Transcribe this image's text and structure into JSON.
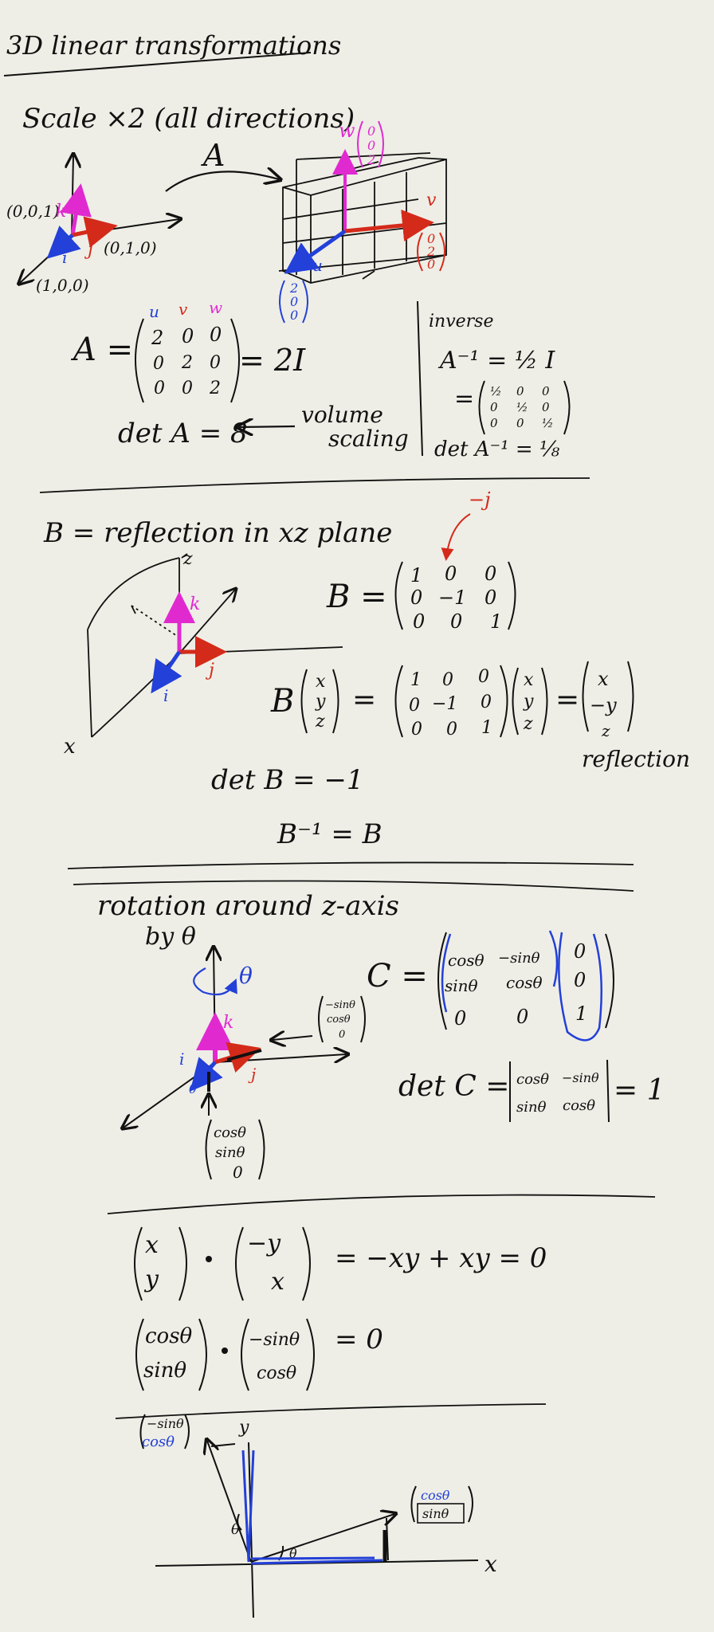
{
  "colors": {
    "ink": "#111111",
    "red": "#d42a1a",
    "blue": "#2340d8",
    "magenta": "#e02ad0",
    "paper": "#eeeee6"
  },
  "title": "3D linear transformations",
  "s1": {
    "heading": "Scale ×2 (all directions)",
    "map_label": "A",
    "k_label": "(0,0,1)",
    "k": "k",
    "i": "i",
    "j": "j",
    "j_label": "(0,1,0)",
    "i_label": "(1,0,0)",
    "w_vec": [
      "0",
      "0",
      "2"
    ],
    "v_vec": [
      "0",
      "2",
      "0"
    ],
    "u_vec": [
      "2",
      "0",
      "0"
    ],
    "u": "u",
    "v": "v",
    "w": "w",
    "A_eq": "A =",
    "A_matrix": [
      [
        "2",
        "0",
        "0"
      ],
      [
        "0",
        "2",
        "0"
      ],
      [
        "0",
        "0",
        "2"
      ]
    ],
    "A_rhs": "= 2I",
    "det": "det A = 8",
    "volume": "volume",
    "scaling": "scaling",
    "inverse": "inverse",
    "Ainv": "A⁻¹ = ½ I",
    "Ainv_matrix": [
      [
        "½",
        "0",
        "0"
      ],
      [
        "0",
        "½",
        "0"
      ],
      [
        "0",
        "0",
        "½"
      ]
    ],
    "det_inv": "det A⁻¹ = ⅛"
  },
  "s2": {
    "heading": "B = reflection in xz plane",
    "z": "z",
    "x": "x",
    "k": "k",
    "i": "i",
    "j": "j",
    "minus_j": "−j",
    "B_eq": "B =",
    "B_matrix": [
      [
        "1",
        "0",
        "0"
      ],
      [
        "0",
        "−1",
        "0"
      ],
      [
        "0",
        "0",
        "1"
      ]
    ],
    "B_apply": "B",
    "xyz": [
      "x",
      "y",
      "z"
    ],
    "result": [
      "x",
      "−y",
      "z"
    ],
    "reflection": "reflection",
    "det": "det B = −1",
    "inv": "B⁻¹ = B"
  },
  "s3": {
    "heading": "rotation around z-axis",
    "by": "by θ",
    "theta": "θ",
    "k": "k",
    "i": "i",
    "j": "j",
    "j_rot": [
      "−sinθ",
      "cosθ",
      "0"
    ],
    "i_rot": [
      "cosθ",
      "sinθ",
      "0"
    ],
    "C_eq": "C =",
    "C_matrix": [
      [
        "cosθ",
        "−sinθ",
        "0"
      ],
      [
        "sinθ",
        "cosθ",
        "0"
      ],
      [
        "0",
        "0",
        "1"
      ]
    ],
    "det": "det C =",
    "det_matrix": [
      [
        "cosθ",
        "−sinθ"
      ],
      [
        "sinθ",
        "cosθ"
      ]
    ],
    "det_value": "= 1"
  },
  "s4": {
    "v1": [
      "x",
      "y"
    ],
    "v2": [
      "−y",
      "x"
    ],
    "eq1": "= −xy + xy = 0",
    "w1": [
      "cosθ",
      "sinθ"
    ],
    "w2": [
      "−sinθ",
      "cosθ"
    ],
    "eq2": "= 0",
    "y": "y",
    "x": "x",
    "theta": "θ",
    "left_vec": [
      "−sinθ",
      "cosθ"
    ],
    "right_vec": [
      "cosθ",
      "sinθ"
    ]
  }
}
